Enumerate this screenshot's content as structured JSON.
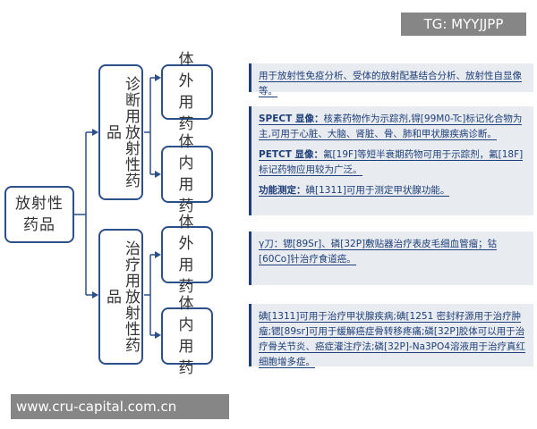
{
  "root": {
    "label": "放射性药品"
  },
  "categories": [
    {
      "label": "诊断用放射性药品"
    },
    {
      "label": "治疗用放射性药品"
    }
  ],
  "leaves": [
    {
      "label": "体外用药"
    },
    {
      "label": "体内用药"
    },
    {
      "label": "体外用药"
    },
    {
      "label": "体内用药"
    }
  ],
  "panels": {
    "p1": {
      "text": "用于放射性免疫分析、受体的放射配基结合分析、放射性自显像等。"
    },
    "p2": {
      "spect_term": "SPECT 显像：",
      "spect_text": "核素药物作为示踪剂,锝[99M0-Tc]标记化合物为主,可用于心脏、大脑、肾脏、骨、肺和甲状腺疾病诊断。",
      "petct_term": "PETCT 显像：",
      "petct_text": "氟[19F]等短半衰期药物可用于示踪剂，氟[18F]标记药物应用较为广泛。",
      "func_term": "功能测定：",
      "func_text": "碘[1311]可用于测定甲状腺功能。"
    },
    "p3": {
      "text": "γ刀：锶[89Sr]、磷[32P]敷贴器治疗表皮毛细血管瘤；钴[60Co]针治疗食道癌。"
    },
    "p4": {
      "text": "碘[1311]可用于治疗甲状腺疾病;碘[1251 密封籽源用于治疗肿瘤;锶[89sr]可用于缓解癌症骨转移疼痛;磷[32P]胶体可以用于治疗骨关节炎、癌症灌注疗法;磷[32P]-Na3PO4溶液用于治疗真红细胞增多症。"
    }
  },
  "watermarks": {
    "top": "TG: MYYJJPP",
    "bottom": "www.cru-capital.com.cn"
  }
}
